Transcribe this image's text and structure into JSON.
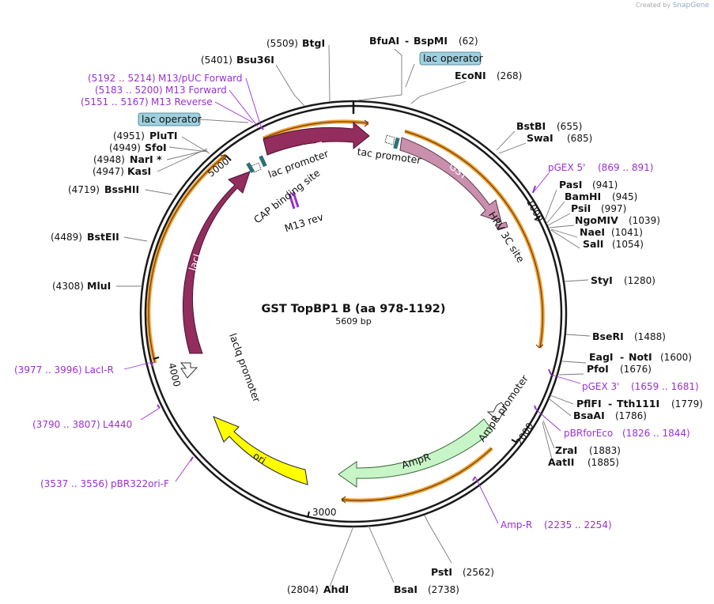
{
  "branding": {
    "created_by": "Created by",
    "product": "SnapGene"
  },
  "plasmid": {
    "name": "GST TopBP1 B (aa 978-1192)",
    "size_label": "5609 bp"
  },
  "ticks": [
    "1000",
    "2000",
    "3000",
    "4000",
    "5000"
  ],
  "enzymes": [
    {
      "name": "BfuAI",
      "name2": "BspMI",
      "pos": "(62)"
    },
    {
      "name": "EcoNI",
      "pos": "(268)"
    },
    {
      "name": "BstBI",
      "pos": "(655)"
    },
    {
      "name": "SwaI",
      "pos": "(685)"
    },
    {
      "name": "PasI",
      "pos": "(941)"
    },
    {
      "name": "BamHI",
      "pos": "(945)"
    },
    {
      "name": "PsiI",
      "pos": "(997)"
    },
    {
      "name": "NgoMIV",
      "pos": "(1039)"
    },
    {
      "name": "NaeI",
      "pos": "(1041)"
    },
    {
      "name": "SalI",
      "pos": "(1054)"
    },
    {
      "name": "StyI",
      "pos": "(1280)"
    },
    {
      "name": "BseRI",
      "pos": "(1488)"
    },
    {
      "name": "EagI",
      "name2": "NotI",
      "pos": "(1600)"
    },
    {
      "name": "PfoI",
      "pos": "(1676)"
    },
    {
      "name": "PflFI",
      "name2": "Tth111I",
      "pos": "(1779)"
    },
    {
      "name": "BsaAI",
      "pos": "(1786)"
    },
    {
      "name": "ZraI",
      "pos": "(1883)"
    },
    {
      "name": "AatII",
      "pos": "(1885)"
    },
    {
      "name": "PstI",
      "pos": "(2562)"
    },
    {
      "name": "BsaI",
      "pos": "(2738)"
    },
    {
      "name": "AhdI",
      "pos": "(2804)"
    },
    {
      "name": "MluI",
      "pos": "(4308)"
    },
    {
      "name": "BstEII",
      "pos": "(4489)"
    },
    {
      "name": "BssHII",
      "pos": "(4719)"
    },
    {
      "name": "KasI",
      "pos": "(4947)"
    },
    {
      "name": "NarI *",
      "pos": "(4948)"
    },
    {
      "name": "SfoI",
      "pos": "(4949)"
    },
    {
      "name": "PluTI",
      "pos": "(4951)"
    },
    {
      "name": "Bsu36I",
      "pos": "(5401)"
    },
    {
      "name": "BtgI",
      "pos": "(5509)"
    }
  ],
  "primers": [
    {
      "name": "pGEX 5'",
      "range": "(869 .. 891)"
    },
    {
      "name": "pGEX 3'",
      "range": "(1659 .. 1681)"
    },
    {
      "name": "pBRforEco",
      "range": "(1826 .. 1844)"
    },
    {
      "name": "Amp-R",
      "range": "(2235 .. 2254)"
    },
    {
      "name": "pBR322ori-F",
      "range": "(3537 .. 3556)"
    },
    {
      "name": "L4440",
      "range": "(3790 .. 3807)"
    },
    {
      "name": "LacI-R",
      "range": "(3977 .. 3996)"
    },
    {
      "name": "M13 Reverse",
      "range": "(5151 .. 5167)"
    },
    {
      "name": "M13 Forward",
      "range": "(5183 .. 5200)"
    },
    {
      "name": "M13/pUC Forward",
      "range": "(5192 .. 5214)"
    }
  ],
  "boxed_features": [
    "lac operator",
    "lac operator"
  ],
  "features": {
    "lacZa": "lacZα",
    "tac_promoter": "tac promoter",
    "gst": "GST",
    "hrv3c": "HRV 3C site",
    "lac_promoter": "lac promoter",
    "cap": "CAP binding site",
    "m13rev": "M13 rev",
    "laci": "lacI",
    "laciq": "lacIq promoter",
    "ampr": "AmpR",
    "ampr_promoter": "AmpR promoter",
    "ori": "ori"
  },
  "colors": {
    "laci": "#922d5e",
    "gst": "#c98fad",
    "ampr": "#c8f5c8",
    "ori": "#ffff00",
    "orange": "#f0a030",
    "primer": "#9a2fd3",
    "operator": "#9fd0df",
    "teal": "#2d7176"
  }
}
